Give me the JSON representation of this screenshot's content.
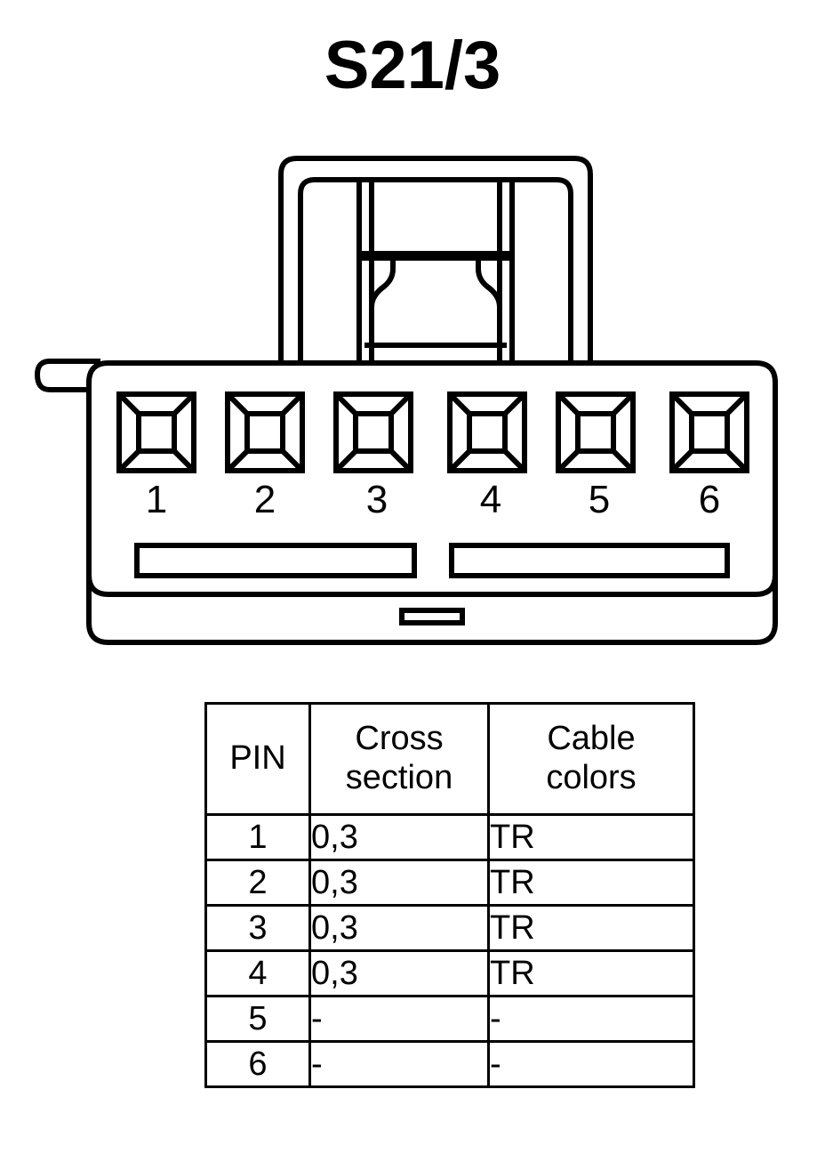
{
  "title": "S21/3",
  "connector": {
    "name": "6-way-connector",
    "cavity_count": 6,
    "cavity_labels": [
      "1",
      "2",
      "3",
      "4",
      "5",
      "6"
    ],
    "line_color": "#000000",
    "fill_color": "#ffffff",
    "features": [
      "latch-tab",
      "side-flange",
      "pin-cavity-row",
      "lower-slot-left",
      "lower-slot-right",
      "skirt",
      "skirt-slot"
    ]
  },
  "table": {
    "headers": {
      "pin": "PIN",
      "cross_line1": "Cross",
      "cross_line2": "section",
      "colors_line1": "Cable",
      "colors_line2": "colors"
    },
    "rows": [
      {
        "pin": "1",
        "cross_section": "0,3",
        "cable_colors": "TR"
      },
      {
        "pin": "2",
        "cross_section": "0,3",
        "cable_colors": "TR"
      },
      {
        "pin": "3",
        "cross_section": "0,3",
        "cable_colors": "TR"
      },
      {
        "pin": "4",
        "cross_section": "0,3",
        "cable_colors": "TR"
      },
      {
        "pin": "5",
        "cross_section": "-",
        "cable_colors": "-"
      },
      {
        "pin": "6",
        "cross_section": "-",
        "cable_colors": "-"
      }
    ]
  }
}
